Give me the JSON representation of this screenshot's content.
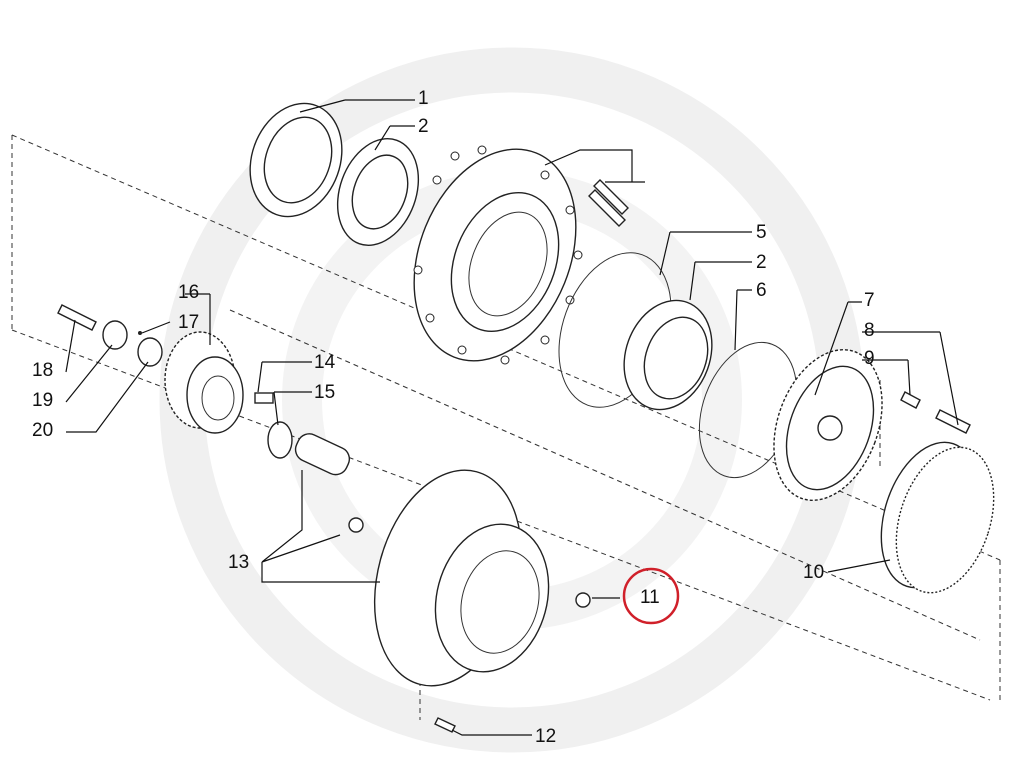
{
  "diagram": {
    "callouts": [
      "1",
      "2",
      "5",
      "2",
      "6",
      "7",
      "8",
      "9",
      "10",
      "11",
      "12",
      "13",
      "14",
      "15",
      "16",
      "17",
      "18",
      "19",
      "20"
    ],
    "highlighted_callout": "11",
    "highlight_color": "#d0202a",
    "watermark_color": "#efefef"
  }
}
